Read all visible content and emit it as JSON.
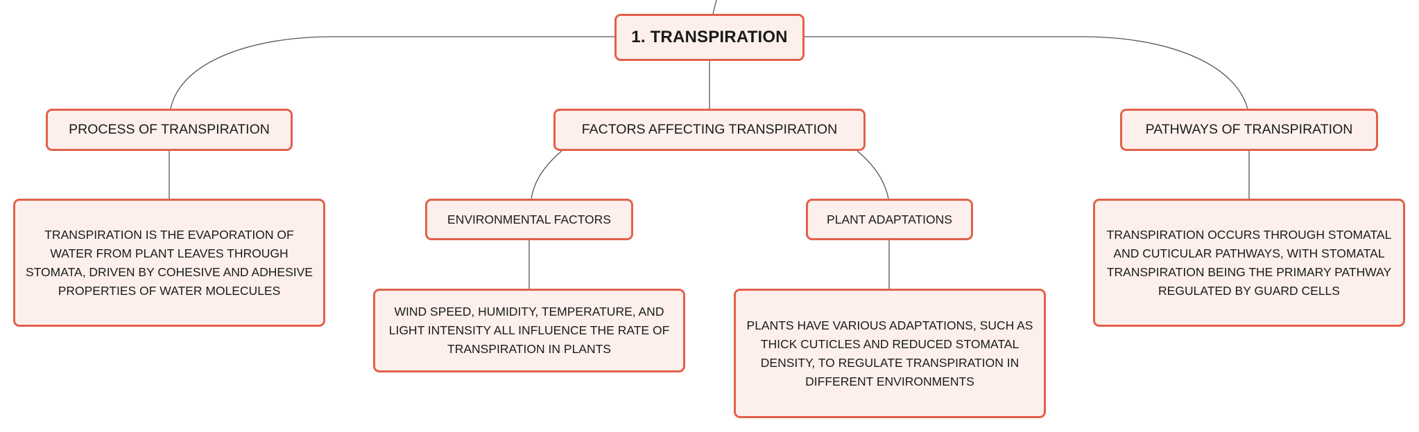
{
  "diagram": {
    "root": {
      "label": "1. TRANSPIRATION"
    },
    "process": {
      "label": "PROCESS OF TRANSPIRATION",
      "detail": "TRANSPIRATION IS THE EVAPORATION OF WATER FROM PLANT LEAVES THROUGH STOMATA, DRIVEN BY COHESIVE AND ADHESIVE PROPERTIES OF WATER MOLECULES"
    },
    "factors": {
      "label": "FACTORS AFFECTING TRANSPIRATION",
      "environmental": {
        "label": "ENVIRONMENTAL FACTORS",
        "detail": "WIND SPEED, HUMIDITY, TEMPERATURE, AND LIGHT INTENSITY ALL INFLUENCE THE RATE OF TRANSPIRATION IN PLANTS"
      },
      "adaptations": {
        "label": "PLANT ADAPTATIONS",
        "detail": "PLANTS HAVE VARIOUS ADAPTATIONS, SUCH AS THICK CUTICLES AND REDUCED STOMATAL DENSITY, TO REGULATE TRANSPIRATION IN DIFFERENT ENVIRONMENTS"
      }
    },
    "pathways": {
      "label": "PATHWAYS OF TRANSPIRATION",
      "detail": "TRANSPIRATION OCCURS THROUGH STOMATAL AND CUTICULAR PATHWAYS, WITH STOMATAL TRANSPIRATION BEING THE PRIMARY PATHWAY REGULATED BY GUARD CELLS"
    },
    "colors": {
      "node_fill": "#fdf0ec",
      "node_border": "#e2604a",
      "connector": "#555555"
    }
  }
}
